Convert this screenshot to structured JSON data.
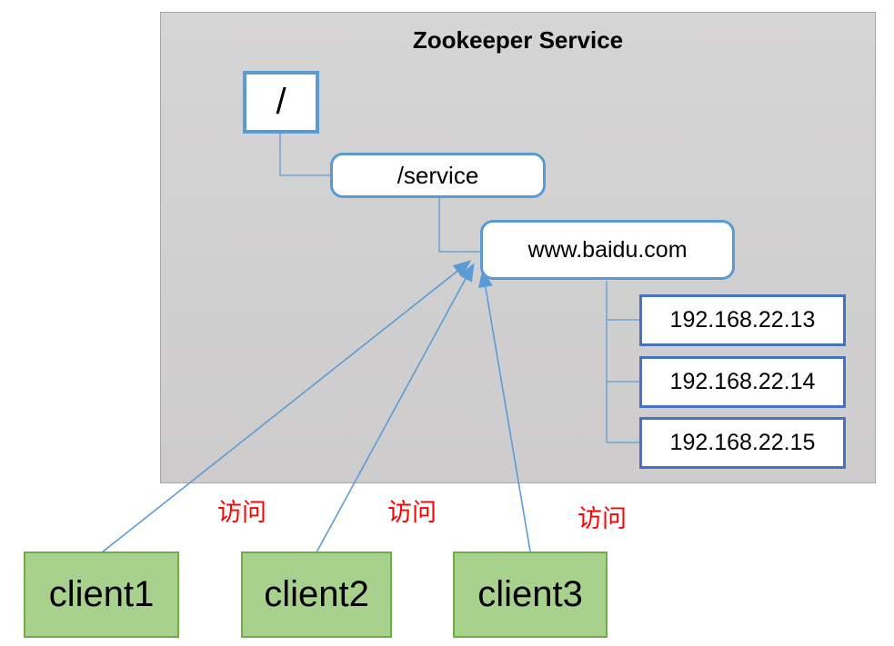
{
  "diagram": {
    "panel_title": "Zookeeper Service",
    "nodes": {
      "root": "/",
      "service": "/service",
      "domain": "www.baidu.com",
      "ips": [
        "192.168.22.13",
        "192.168.22.14",
        "192.168.22.15"
      ]
    },
    "clients": [
      "client1",
      "client2",
      "client3"
    ],
    "access_labels": [
      "访问",
      "访问",
      "访问"
    ],
    "colors": {
      "panel_fill": "#d1d0d0",
      "panel_border": "#a6a6a6",
      "tree_node_border": "#5b9bd5",
      "ip_node_border": "#4472c4",
      "client_fill": "#a9d18e",
      "client_border": "#70ad47",
      "connector_line": "#5b9bd5",
      "access_text": "#ff0000",
      "title_text": "#000000"
    }
  }
}
